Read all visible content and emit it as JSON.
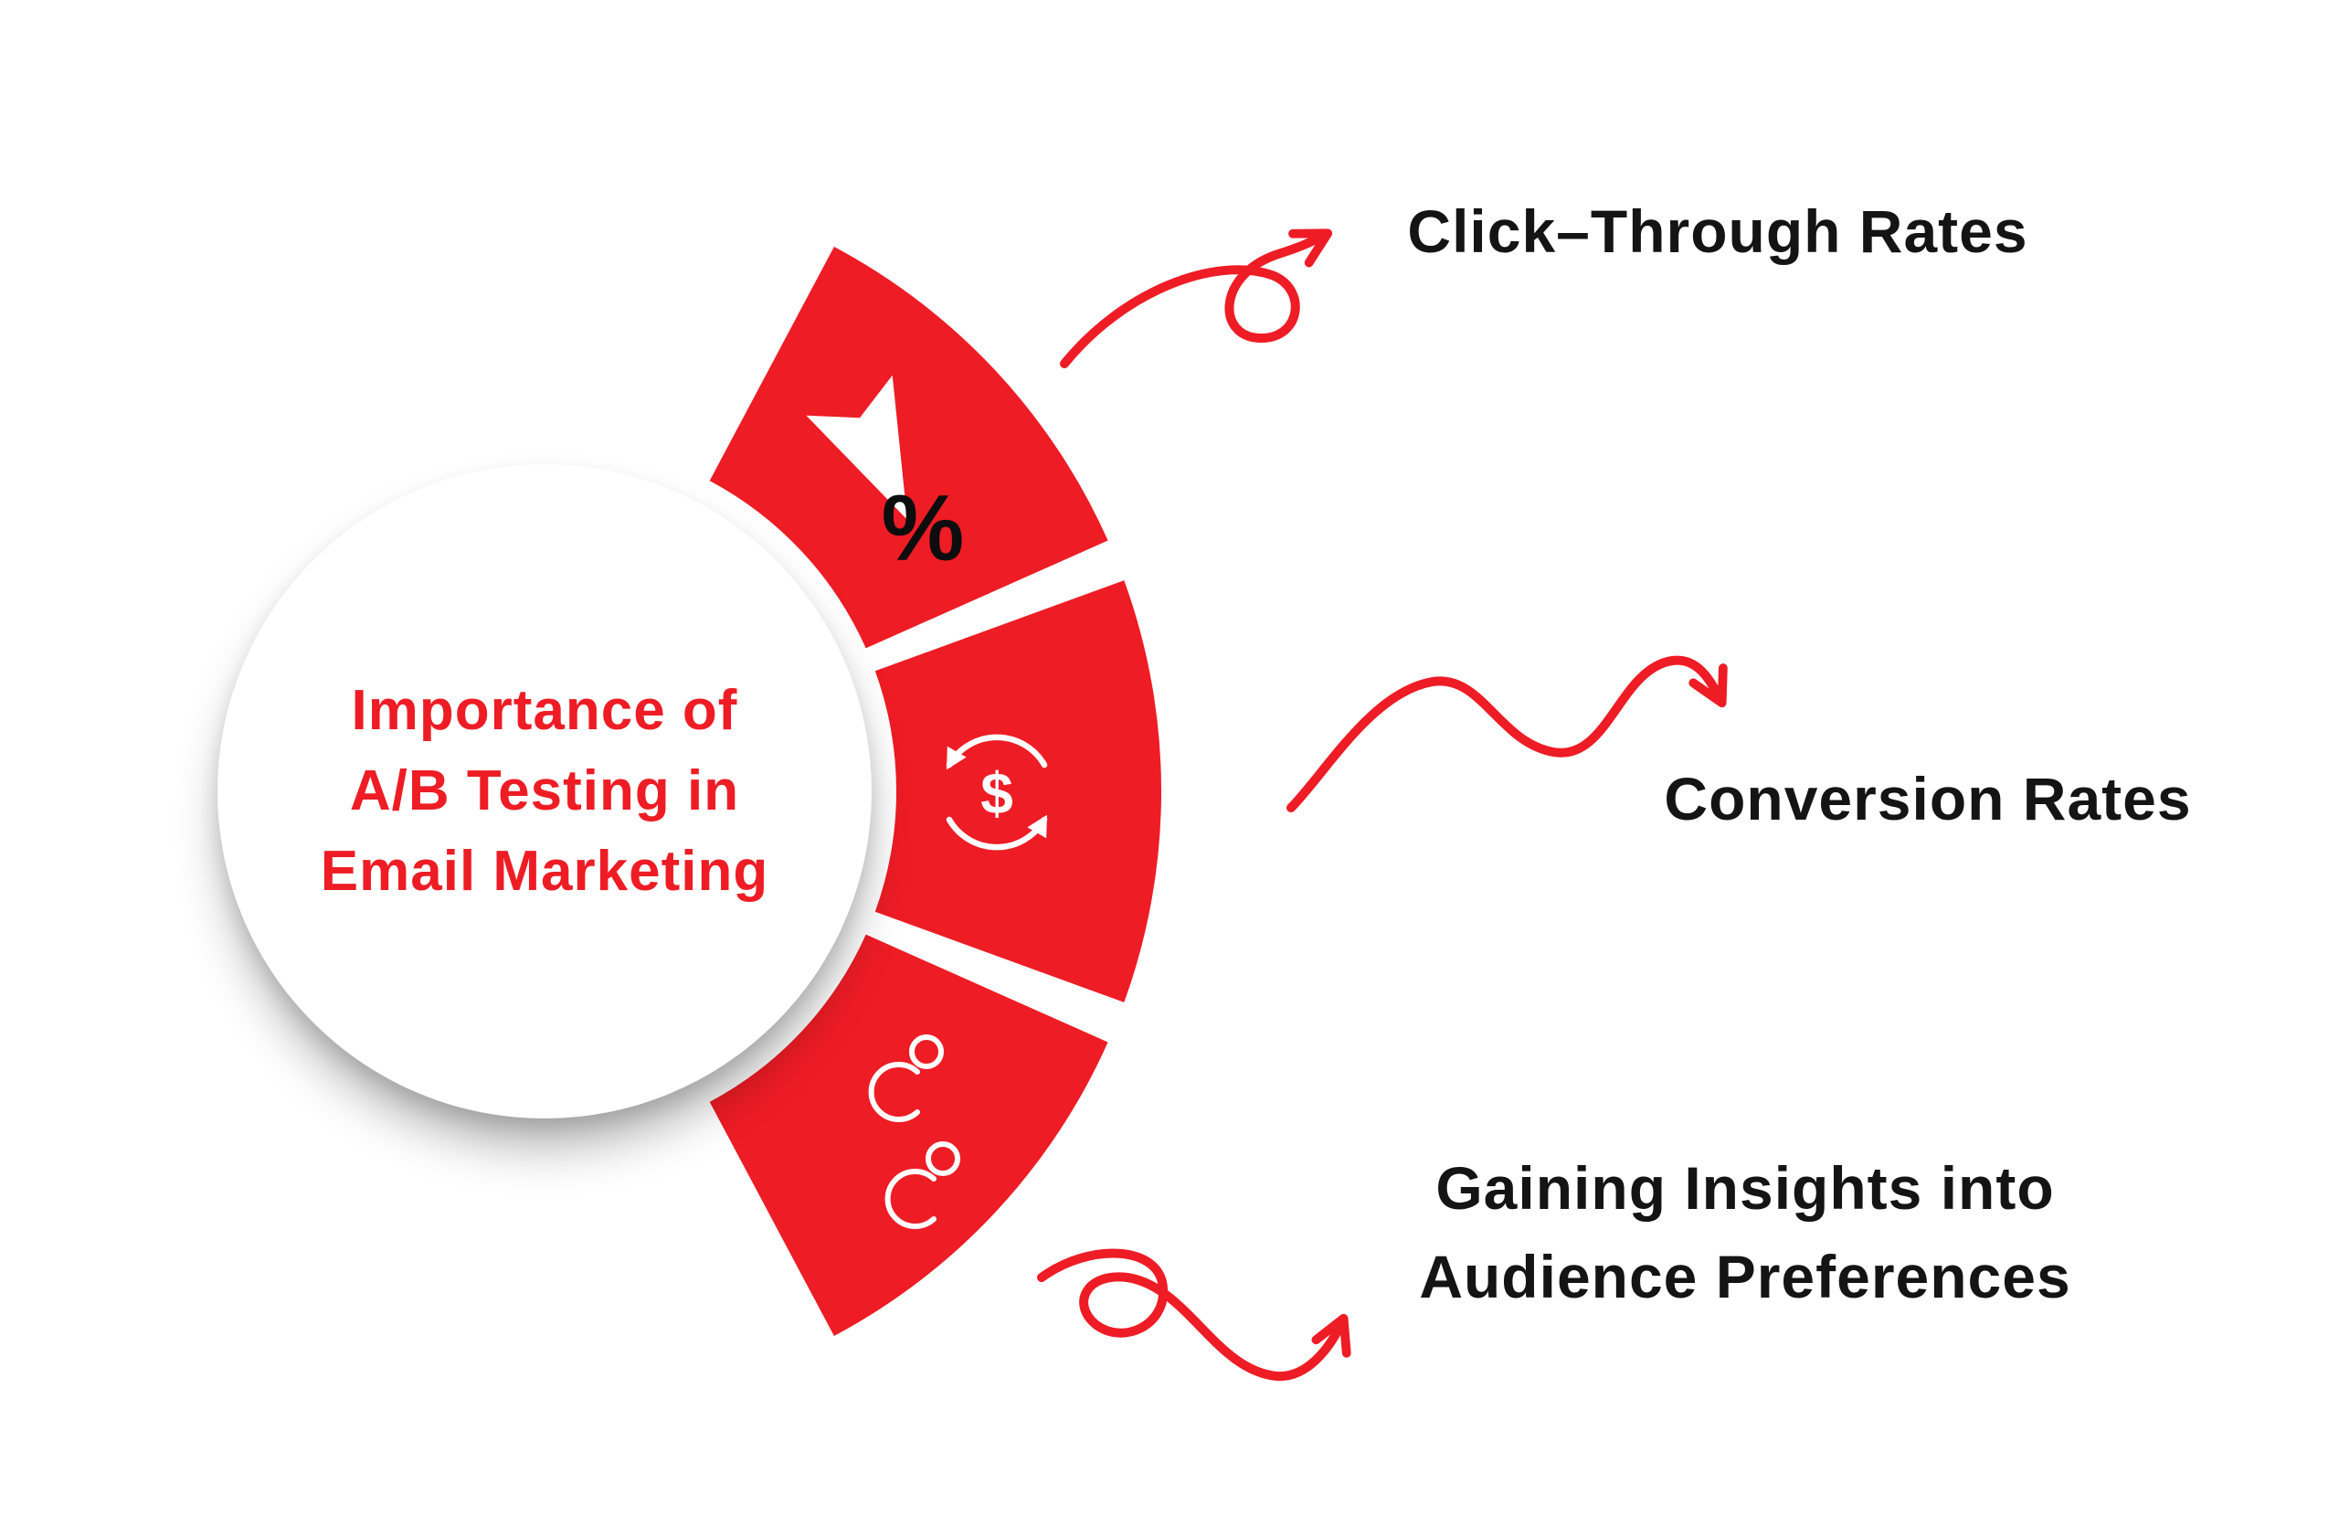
{
  "diagram": {
    "background_color": "#ffffff",
    "accent_red": "#ee1c25",
    "text_color": "#141414",
    "center": {
      "title_lines": [
        "Importance of",
        "A/B Testing in",
        "Email Marketing"
      ],
      "title_color": "#ee1c25"
    },
    "segments": [
      {
        "id": "click-through",
        "icon": "cursor-percent-icon",
        "symbol": "%",
        "label": "Click–Through Rates"
      },
      {
        "id": "conversion",
        "icon": "dollar-cycle-icon",
        "symbol": "$",
        "label": "Conversion Rates"
      },
      {
        "id": "insights",
        "icon": "audience-icon",
        "label_lines": [
          "Gaining Insights into",
          "Audience Preferences"
        ]
      }
    ]
  }
}
